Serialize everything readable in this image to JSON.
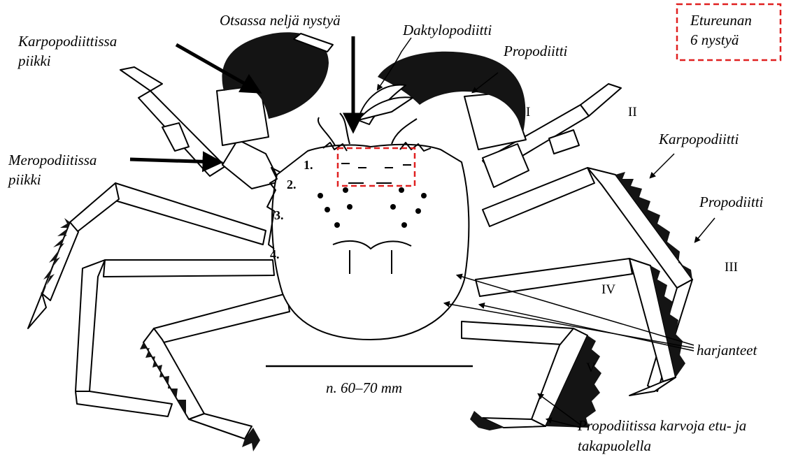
{
  "labels": {
    "karpo_spine_1": "Karpopodiittissa",
    "karpo_spine_2": "piikki",
    "otsa": "Otsassa neljä nystyä",
    "dakty": "Daktylopodiitti",
    "propo_top": "Propodiitti",
    "etureuna_1": "Etureunan",
    "etureuna_2": "6 nystyä",
    "mero_spine_1": "Meropodiitissa",
    "mero_spine_2": "piikki",
    "karpo_right": "Karpopodiitti",
    "propo_right": "Propodiitti",
    "harjanteet": "harjanteet",
    "scale": "n. 60–70 mm",
    "propo_hair_1": "Propodiitissa karvoja etu- ja",
    "propo_hair_2": "takapuolella"
  },
  "legs": [
    "I",
    "II",
    "III",
    "IV",
    "V"
  ],
  "teeth": [
    "1.",
    "2.",
    "3.",
    "4."
  ],
  "colors": {
    "ink": "#000000",
    "highlight_box": "#e02020",
    "background": "#ffffff"
  }
}
